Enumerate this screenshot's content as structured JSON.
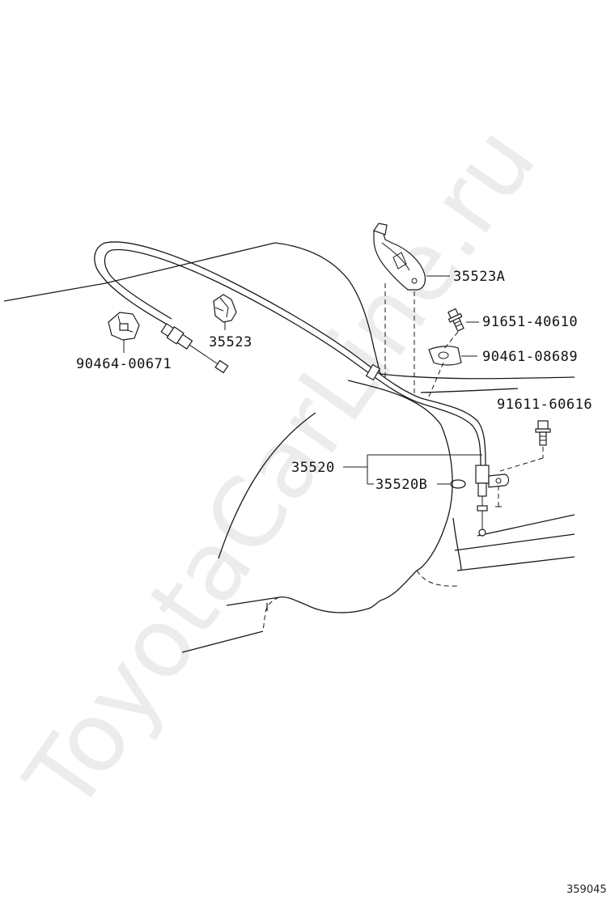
{
  "watermark": "ToyotaCarLine.ru",
  "diagram_ref": "359045",
  "parts": {
    "p35523A": "35523A",
    "p91651": "91651-40610",
    "p90461": "90461-08689",
    "p91611": "91611-60616",
    "p35523": "35523",
    "p90464": "90464-00671",
    "p35520": "35520",
    "p35520B": "35520B"
  }
}
